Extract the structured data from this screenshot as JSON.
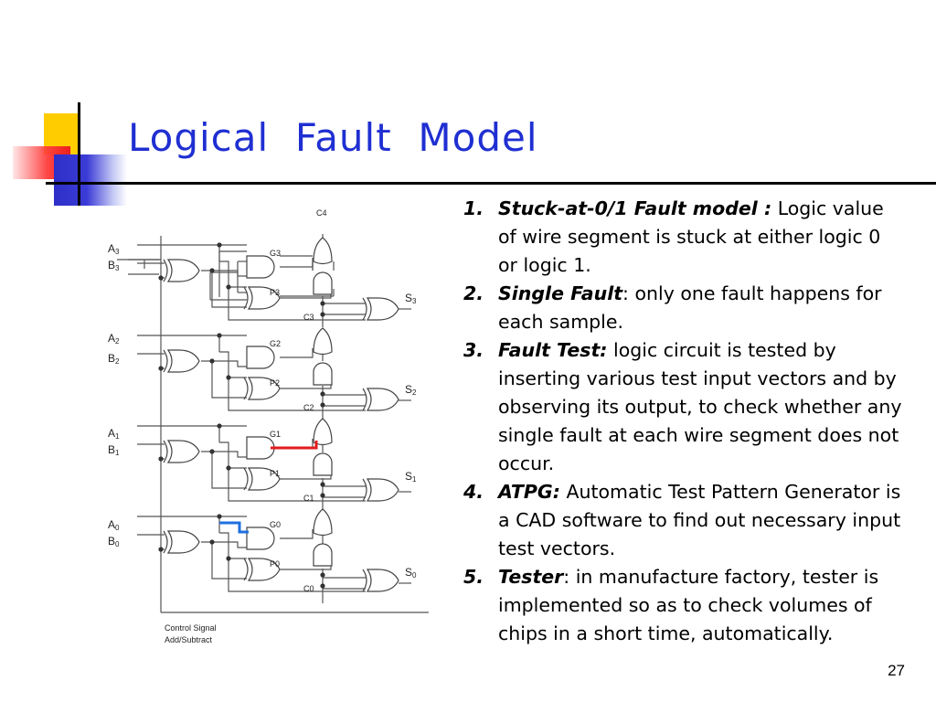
{
  "slide": {
    "title": "Logical  Fault  Model",
    "page_number": "27",
    "colors": {
      "title": "#1f2fd2",
      "fault_red": "#e31b1b",
      "fault_blue": "#1f6fe0"
    }
  },
  "circuit": {
    "labels": {
      "c4": "C4",
      "c3": "C3",
      "c2": "C2",
      "c1": "C1",
      "c0": "C0",
      "g3": "G3",
      "g2": "G2",
      "g1": "G1",
      "g0": "G0",
      "p3": "P3",
      "p2": "P2",
      "p1": "P1",
      "p0": "P0",
      "control_signal": "Control Signal",
      "add_subtract": "Add/Subtract"
    },
    "inputs": {
      "a3": {
        "base": "A",
        "sub": "3"
      },
      "b3": {
        "base": "B",
        "sub": "3"
      },
      "a2": {
        "base": "A",
        "sub": "2"
      },
      "b2": {
        "base": "B",
        "sub": "2"
      },
      "a1": {
        "base": "A",
        "sub": "1"
      },
      "b1": {
        "base": "B",
        "sub": "1"
      },
      "a0": {
        "base": "A",
        "sub": "0"
      },
      "b0": {
        "base": "B",
        "sub": "0"
      }
    },
    "outputs": {
      "s3": {
        "base": "S",
        "sub": "3"
      },
      "s2": {
        "base": "S",
        "sub": "2"
      },
      "s1": {
        "base": "S",
        "sub": "1"
      },
      "s0": {
        "base": "S",
        "sub": "0"
      }
    }
  },
  "list": [
    {
      "number": "1.",
      "term": "Stuck-at-0/1 Fault model :",
      "text": " Logic value of wire segment is stuck at either logic 0 or logic 1."
    },
    {
      "number": "2.",
      "term": "Single Fault",
      "text": ": only one fault happens for each sample."
    },
    {
      "number": "3.",
      "term": "Fault Test:",
      "text": " logic circuit is tested by inserting various  test input vectors and by observing its output, to check whether any single fault at each wire segment does not occur."
    },
    {
      "number": "4.",
      "term": "ATPG:",
      "text": " Automatic Test Pattern Generator is a CAD software to find out necessary input test vectors."
    },
    {
      "number": "5.",
      "term": "Tester",
      "text": ": in manufacture factory, tester is implemented so as to check volumes of chips in a short time, automatically."
    }
  ]
}
